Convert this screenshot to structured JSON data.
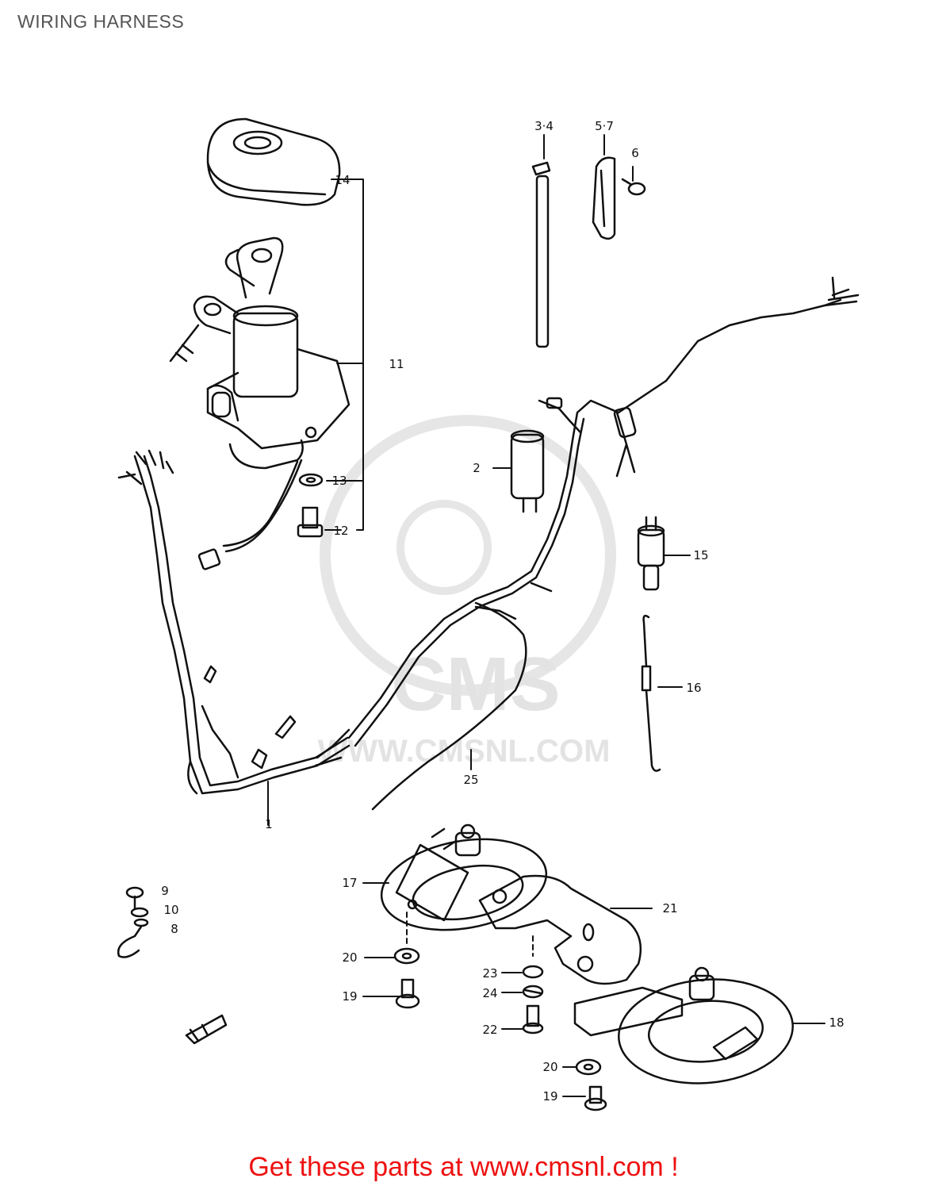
{
  "page": {
    "title": "WIRING HARNESS",
    "footer_link": "Get these parts at www.cmsnl.com !"
  },
  "watermark": {
    "brand": "CMS",
    "url": "WWW.CMSNL.COM"
  },
  "diagram": {
    "callouts": {
      "c1": "1",
      "c2": "2",
      "c3_4": "3·4",
      "c5_7": "5·7",
      "c6": "6",
      "c8": "8",
      "c9": "9",
      "c10": "10",
      "c11": "11",
      "c12": "12",
      "c13": "13",
      "c14": "14",
      "c15": "15",
      "c16": "16",
      "c17": "17",
      "c18": "18",
      "c19a": "19",
      "c19b": "19",
      "c20a": "20",
      "c20b": "20",
      "c21": "21",
      "c22": "22",
      "c23": "23",
      "c24": "24",
      "c25": "25"
    }
  },
  "colors": {
    "line_art": "#111111",
    "watermark": "#e3e3e3",
    "title": "#555555",
    "footer_link": "#ee1111"
  }
}
